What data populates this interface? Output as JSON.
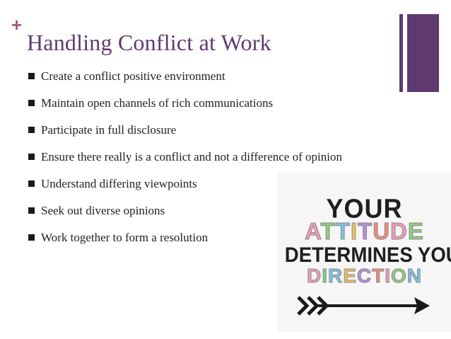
{
  "slide": {
    "plus_symbol": "+",
    "title": "Handling Conflict at Work",
    "bullets": [
      "Create a conflict positive environment",
      "Maintain open channels of rich communications",
      "Participate in full disclosure",
      "Ensure there really is a conflict and not a difference of opinion",
      "Understand differing viewpoints",
      "Seek out diverse opinions",
      "Work together to form a resolution"
    ],
    "accent_color": "#5e3a6f",
    "plus_color": "#a35a87"
  },
  "poster": {
    "line1": "YOUR",
    "line2": "ATTITUDE",
    "line3": "DETERMINES YOUR",
    "line4": "DIRECTION",
    "arrow_icon": "arrow-right-icon"
  }
}
